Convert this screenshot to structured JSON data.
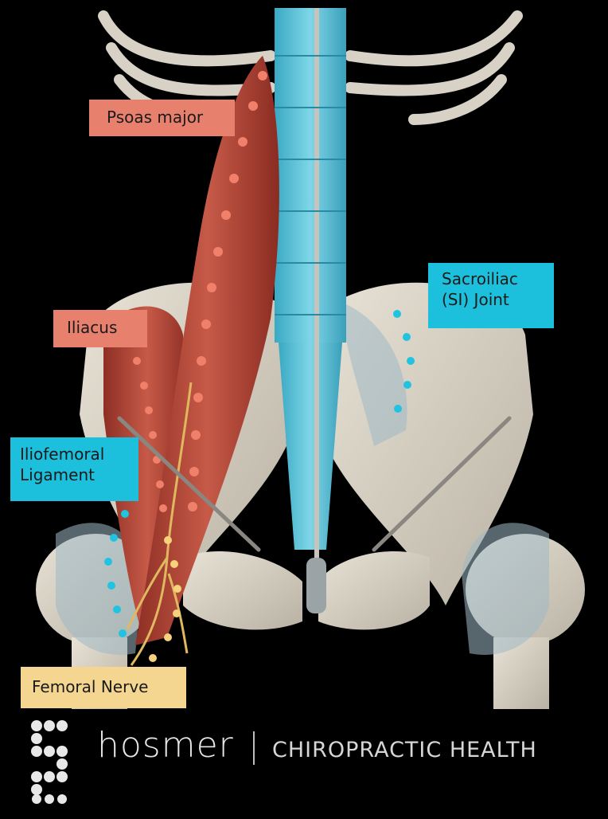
{
  "labels": {
    "psoas": "Psoas major",
    "si_line1": "Sacroiliac",
    "si_line2": "(SI) Joint",
    "iliacus": "Iliacus",
    "ilio_line1": "Iliofemoral",
    "ilio_line2": "Ligament",
    "femoral": "Femoral Nerve"
  },
  "brand": {
    "name": "hosmer",
    "tagline": "CHIROPRACTIC HEALTH"
  },
  "colors": {
    "muscle_label": "#e8806e",
    "ligament_label": "#1cc0dc",
    "nerve_label": "#f4d690",
    "muscle_dots": "#f0806a",
    "ligament_dots": "#20c4e0",
    "nerve_dots": "#f6d27a"
  }
}
